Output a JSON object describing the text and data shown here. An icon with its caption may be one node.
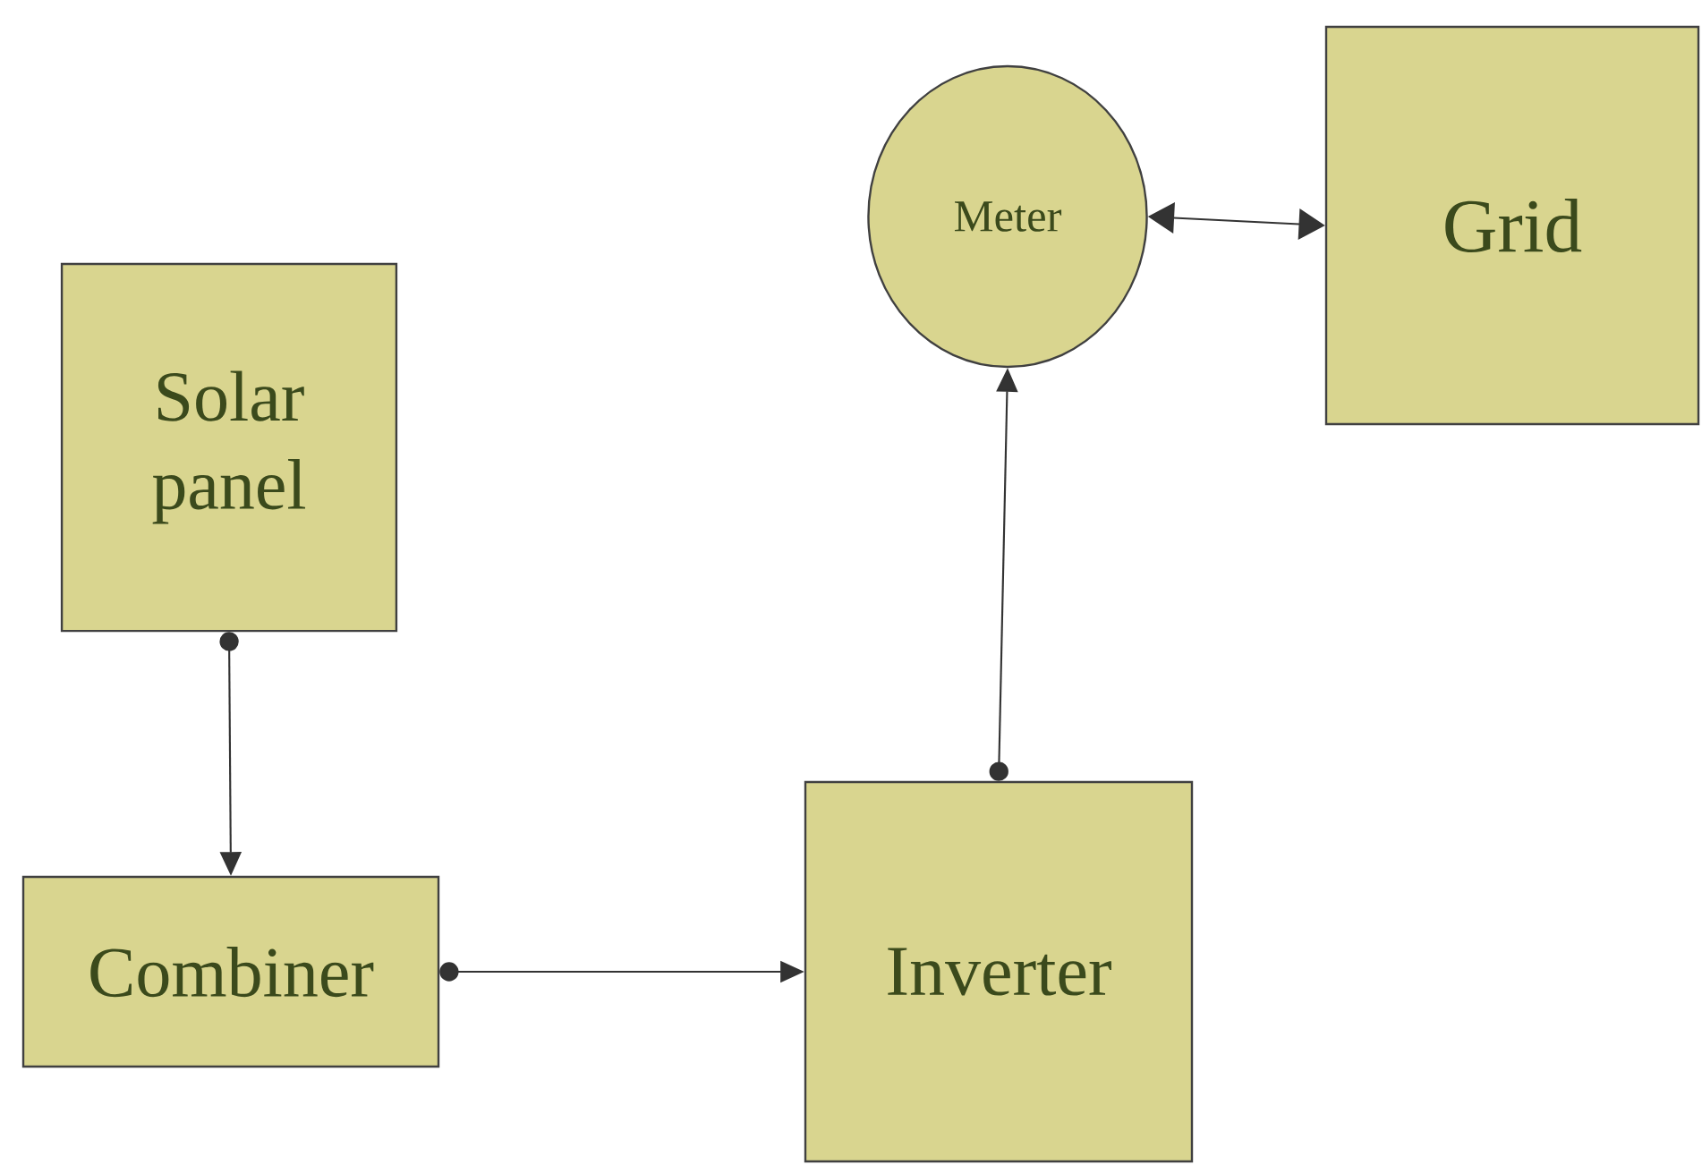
{
  "diagram": {
    "nodes": [
      {
        "text": [
          "Solar panel"
        ]
      },
      {
        "text": [
          "Combiner"
        ]
      },
      {
        "text": [
          "Inverter"
        ]
      },
      {
        "text": [
          "Meter"
        ]
      },
      {
        "text": [
          "Grid"
        ]
      }
    ],
    "edges": [
      {
        "from": 0,
        "to": 1,
        "arrow": "to"
      },
      {
        "from": 1,
        "to": 2,
        "arrow": "to"
      },
      {
        "from": 2,
        "to": 3,
        "arrow": "to"
      },
      {
        "from": 3,
        "to": 4,
        "arrow": "both"
      }
    ]
  }
}
